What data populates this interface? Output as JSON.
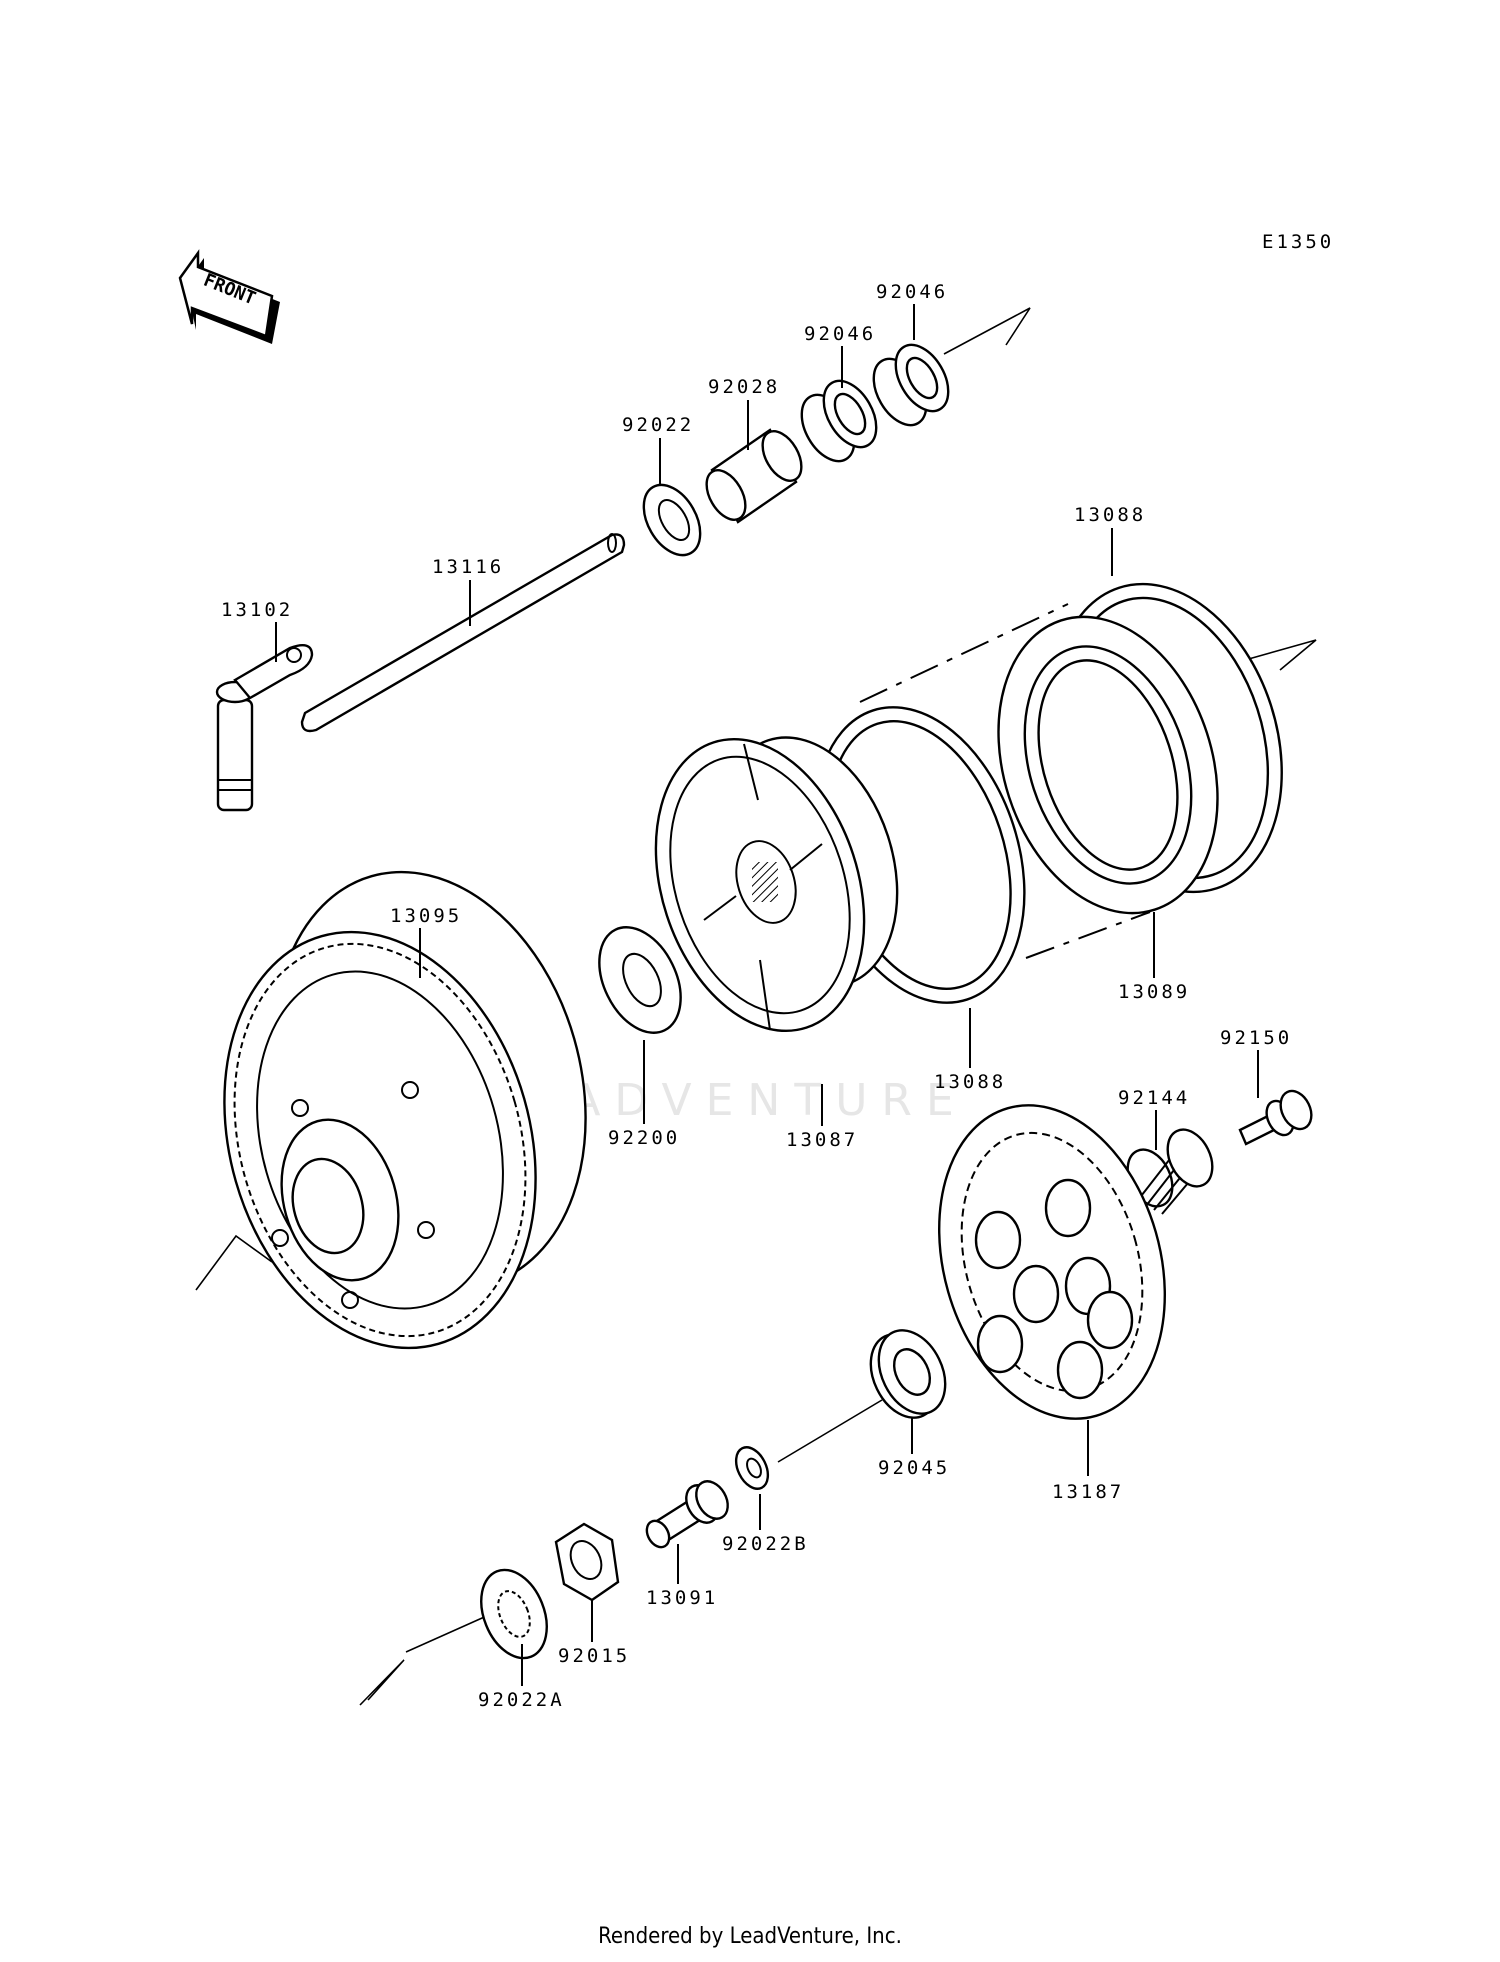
{
  "diagram_code": "E1350",
  "front_label": "FRONT",
  "watermark": "LEADVENTURE",
  "footer": "Rendered by LeadVenture, Inc.",
  "parts": {
    "p92046_top": "92046",
    "p92046": "92046",
    "p92028": "92028",
    "p92022": "92022",
    "p13116": "13116",
    "p13102": "13102",
    "p13088_top": "13088",
    "p13095": "13095",
    "p92200": "92200",
    "p13087": "13087",
    "p13088": "13088",
    "p13089": "13089",
    "p92150": "92150",
    "p92144": "92144",
    "p92045": "92045",
    "p13187": "13187",
    "p92022B": "92022B",
    "p13091": "13091",
    "p92015": "92015",
    "p92022A": "92022A"
  }
}
